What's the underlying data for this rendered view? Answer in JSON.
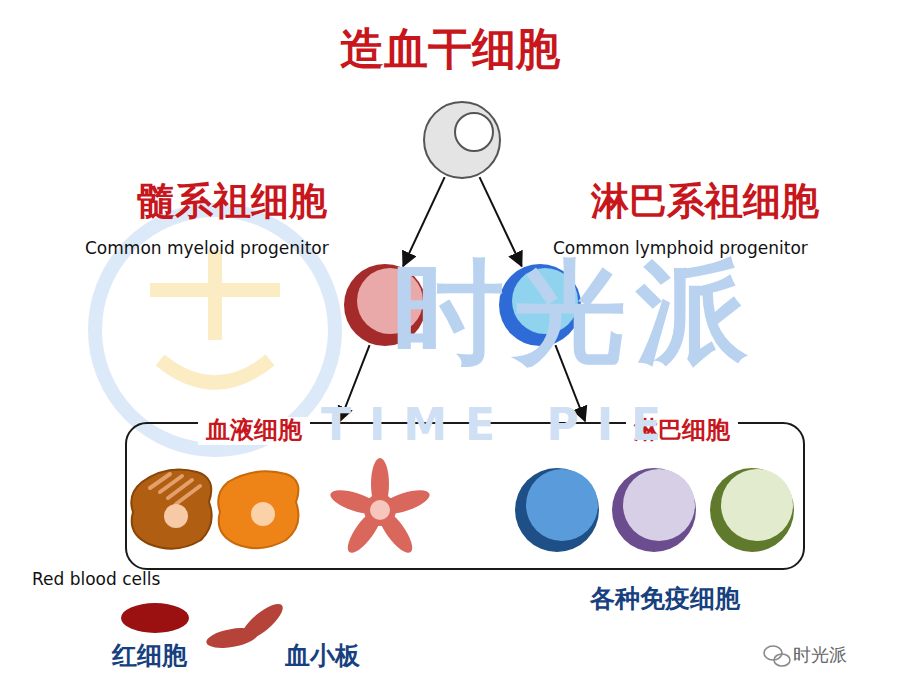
{
  "diagram": {
    "nodes": [
      {
        "text": [
          "造血干细胞"
        ]
      },
      {
        "text": [
          "髓系祖细胞",
          "Common myeloid progenitor"
        ]
      },
      {
        "text": [
          "淋巴系祖细胞",
          "Common lymphoid progenitor"
        ]
      },
      {
        "text": [
          "血液细胞",
          "淋巴细胞"
        ]
      }
    ],
    "edges": [
      {
        "from": 0,
        "to": 1,
        "arrow": "to"
      },
      {
        "from": 0,
        "to": 2,
        "arrow": "to"
      },
      {
        "from": 1,
        "to": 3,
        "arrow": "to"
      },
      {
        "from": 2,
        "to": 3,
        "arrow": "to"
      }
    ],
    "labels": [
      "时光派",
      "TIME PIE",
      "Red blood cells",
      "红细胞",
      "血小板",
      "各种免疫细胞",
      "时光派"
    ]
  }
}
